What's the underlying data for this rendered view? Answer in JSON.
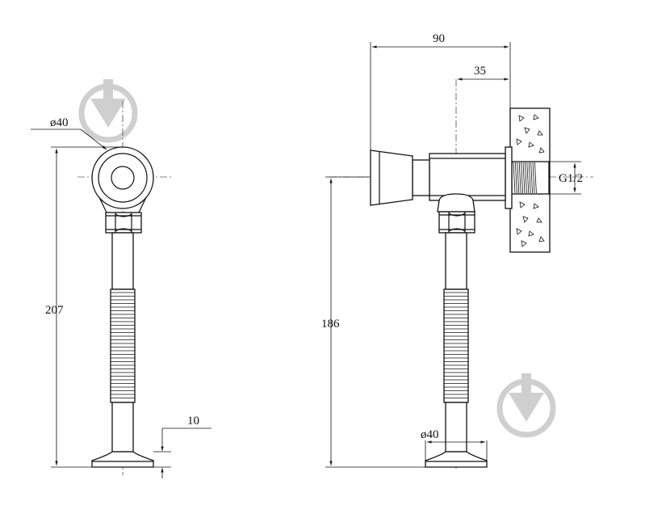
{
  "dimensions": {
    "front_diameter_top": "ø40",
    "front_height": "207",
    "front_base_thickness": "10",
    "side_total_length": "90",
    "side_offset": "35",
    "side_thread": "G1/2",
    "side_height": "186",
    "side_base_diameter": "ø40"
  },
  "watermark": {
    "icon": "download-arrow-icon",
    "color": "#cfcfcf"
  }
}
